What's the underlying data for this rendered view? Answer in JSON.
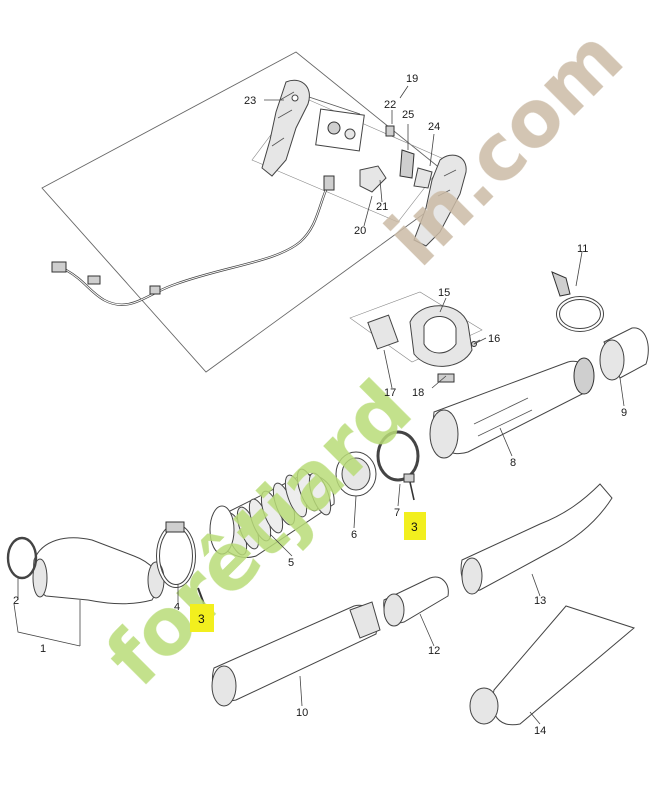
{
  "diagram": {
    "labels": {
      "p1": "1",
      "p2": "2",
      "p3a": "3",
      "p3b": "3",
      "p4": "4",
      "p5": "5",
      "p6": "6",
      "p7": "7",
      "p8": "8",
      "p9": "9",
      "p10": "10",
      "p11": "11",
      "p12": "12",
      "p13": "13",
      "p14": "14",
      "p15": "15",
      "p16": "16",
      "p17": "17",
      "p18": "18",
      "p19": "19",
      "p20": "20",
      "p21": "21",
      "p22": "22",
      "p23": "23",
      "p24": "24",
      "p25": "25"
    },
    "highlight_color": "#f2ef1e",
    "watermark": {
      "text": "forêtjardin.com",
      "color_green": "#b9dc78",
      "color_brown": "#cbbba6"
    }
  }
}
